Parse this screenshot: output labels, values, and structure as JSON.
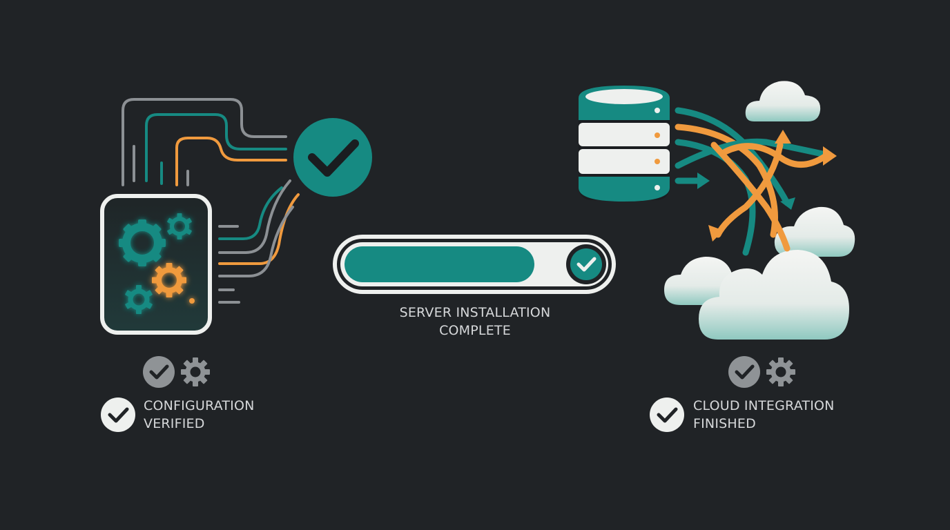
{
  "config": {
    "status_line1": "CONFIGURATION",
    "status_line2": "VERIFIED",
    "icons": [
      "config-panel-icon",
      "gear-icon",
      "check-icon"
    ]
  },
  "server": {
    "status_line1": "SERVER INSTALLATION",
    "status_line2": "COMPLETE",
    "progress": 0.75,
    "icons": [
      "progress-bar",
      "check-icon"
    ]
  },
  "cloud": {
    "status_line1": "CLOUD INTEGRATION",
    "status_line2": "FINISHED",
    "icons": [
      "database-icon",
      "cloud-icon",
      "arrow-icon",
      "gear-icon",
      "check-icon"
    ]
  },
  "colors": {
    "background": "#202326",
    "teal": "#168a82",
    "orange": "#f09a3e",
    "gray": "#8c9094",
    "light": "#eef0ee"
  }
}
